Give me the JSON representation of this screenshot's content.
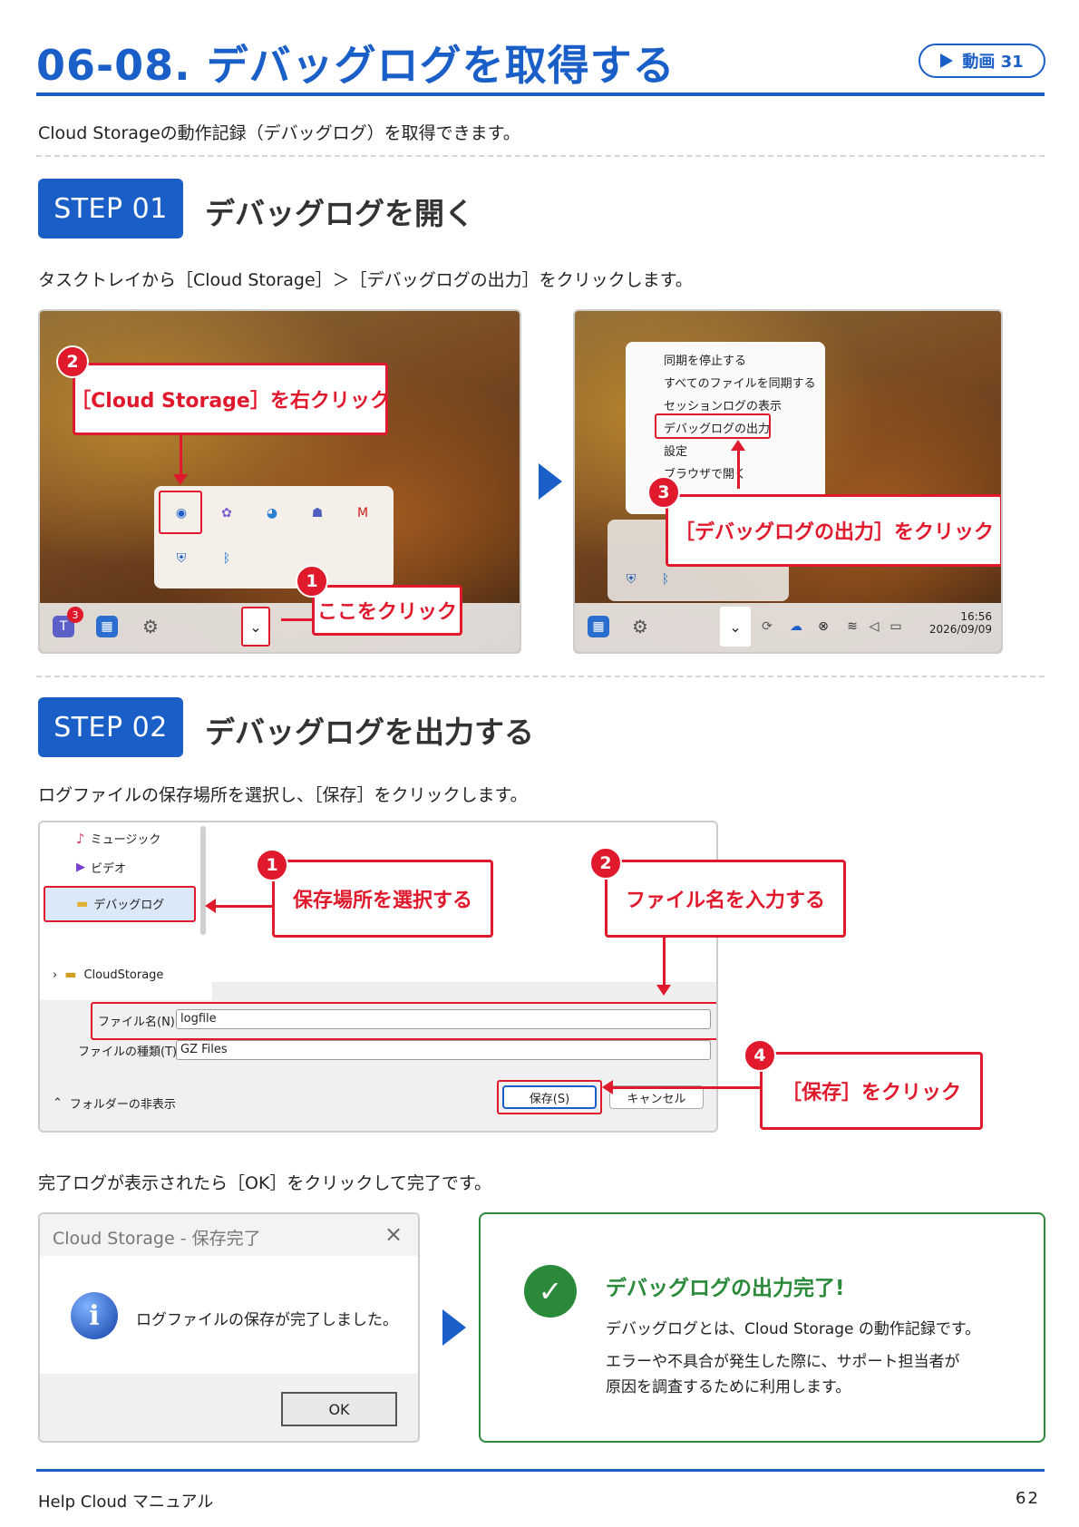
{
  "header": {
    "title": "06-08. デバッグログを取得する",
    "video_label": "動画 31"
  },
  "intro": "Cloud Storageの動作記録（デバッグログ）を取得できます。",
  "step1": {
    "badge": "STEP 01",
    "title": "デバッグログを開く",
    "instruction": "タスクトレイから［Cloud Storage］＞［デバッグログの出力］をクリックします。",
    "shot1": {
      "callout_right_click": "［Cloud Storage］を右クリック",
      "callout_click_here": "ここをクリック",
      "badge_count": "3",
      "num1": "1",
      "num2": "2"
    },
    "shot2": {
      "menu_items": [
        "同期を停止する",
        "すべてのファイルを同期する",
        "セッションログの表示",
        "デバッグログの出力",
        "設定",
        "ブラウザで開く"
      ],
      "callout": "［デバッグログの出力］をクリック",
      "num3": "3",
      "clock_time": "16:56",
      "clock_date": "2026/09/09"
    }
  },
  "step2": {
    "badge": "STEP 02",
    "title": "デバッグログを出力する",
    "instruction": "ログファイルの保存場所を選択し、［保存］をクリックします。",
    "dialog": {
      "nav_items": [
        "ミュージック",
        "ビデオ",
        "デバッグログ",
        "CloudStorage"
      ],
      "filename_label": "ファイル名(N):",
      "filename_value": "logfile",
      "filetype_label": "ファイルの種類(T):",
      "filetype_value": "GZ Files",
      "hide_folders": "フォルダーの非表示",
      "save_button": "保存(S)",
      "cancel_button": "キャンセル"
    },
    "callouts": {
      "select_location": "保存場所を選択する",
      "enter_filename": "ファイル名を入力する",
      "click_save": "［保存］をクリック",
      "num1": "1",
      "num2": "2",
      "num4": "4"
    },
    "completion_instruction": "完了ログが表示されたら［OK］をクリックして完了です。",
    "msgbox": {
      "title": "Cloud Storage - 保存完了",
      "message": "ログファイルの保存が完了しました。",
      "ok": "OK"
    },
    "done_panel": {
      "title": "デバッグログの出力完了!",
      "line1": "デバッグログとは、Cloud Storage の動作記録です。",
      "line2": "エラーや不具合が発生した際に、サポート担当者が",
      "line3": "原因を調査するために利用します。"
    }
  },
  "footer": {
    "left": "Help Cloud マニュアル",
    "page": "62"
  },
  "colors": {
    "primary": "#1a5fc8",
    "accent_red": "#e0192c",
    "success_green": "#2a8a3a"
  }
}
